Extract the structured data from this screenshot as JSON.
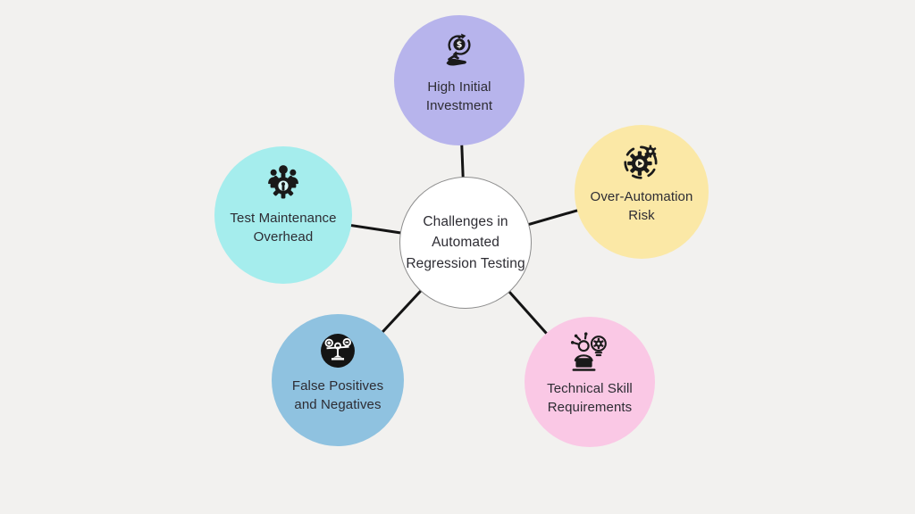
{
  "background_color": "#f2f1ef",
  "connector_color": "#141414",
  "text_color": "#2d2c33",
  "center": {
    "label": "Challenges in\nAutomated\nRegression Testing",
    "fill": "#ffffff",
    "border_color": "#8d8d8d"
  },
  "nodes": [
    {
      "id": "high-initial-investment",
      "label": "High Initial\nInvestment",
      "fill": "#b7b4ec",
      "icon": "money-bag-hand-icon"
    },
    {
      "id": "over-automation-risk",
      "label": "Over-Automation\nRisk",
      "fill": "#fbe8a6",
      "icon": "automation-gears-icon"
    },
    {
      "id": "technical-skill-requirements",
      "label": "Technical Skill\nRequirements",
      "fill": "#fac8e5",
      "icon": "person-laptop-bulb-icon"
    },
    {
      "id": "false-positives-negatives",
      "label": "False Positives\nand Negatives",
      "fill": "#8fc2e0",
      "icon": "balance-scale-icon"
    },
    {
      "id": "test-maintenance-overhead",
      "label": "Test Maintenance\nOverhead",
      "fill": "#a5eded",
      "icon": "team-gear-icon"
    }
  ]
}
